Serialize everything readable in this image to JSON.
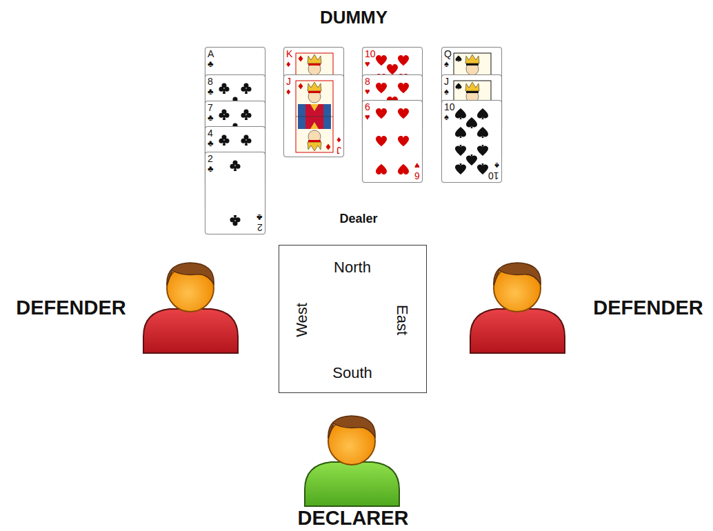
{
  "diagram": {
    "nodes": [
      {
        "text": [
          "A",
          "♣"
        ]
      },
      {
        "text": [
          "8",
          "♣"
        ]
      },
      {
        "text": [
          "7",
          "♣"
        ]
      },
      {
        "text": [
          "4",
          "♣"
        ]
      },
      {
        "text": [
          "2",
          "♣",
          "2",
          "♣"
        ]
      },
      {
        "text": [
          "K",
          "♦"
        ]
      },
      {
        "text": [
          "J",
          "♦",
          "J",
          "♦"
        ]
      },
      {
        "text": [
          "10",
          "♥"
        ]
      },
      {
        "text": [
          "8",
          "♥"
        ]
      },
      {
        "text": [
          "6",
          "♥",
          "6",
          "♥"
        ]
      },
      {
        "text": [
          "Q",
          "♠"
        ]
      },
      {
        "text": [
          "J",
          "♠"
        ]
      },
      {
        "text": [
          "10",
          "♠",
          "10",
          "♠"
        ]
      },
      {
        "text": [
          "North",
          "West",
          "East",
          "South"
        ]
      }
    ],
    "labels": [
      "DUMMY",
      "Dealer",
      "DEFENDER",
      "DEFENDER",
      "DECLARER"
    ]
  }
}
